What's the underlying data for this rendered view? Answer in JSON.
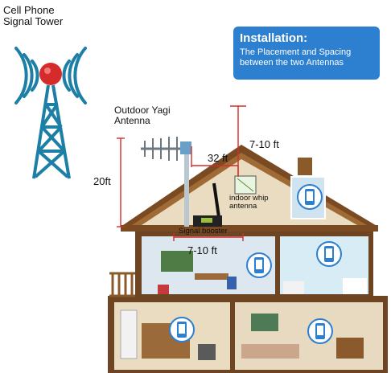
{
  "tower": {
    "label_line1": "Cell Phone",
    "label_line2": "Signal Tower"
  },
  "installation_box": {
    "title": "Installation:",
    "subtitle_line1": "The Placement and Spacing",
    "subtitle_line2": "between the two Antennas"
  },
  "outdoor_antenna": {
    "label_line1": "Outdoor Yagi",
    "label_line2": "Antenna"
  },
  "distances": {
    "height": "20ft",
    "antenna_separation": "32 ft",
    "vertical_separation": "7-10 ft",
    "booster_separation": "7-10 ft"
  },
  "indoor_antenna": {
    "label_line1": "indoor whip",
    "label_line2": "antenna"
  },
  "booster": {
    "label": "Signal booster"
  },
  "colors": {
    "accent_blue": "#2d7fcf",
    "tower_blue": "#1c7fa6",
    "signal_red": "#d62b2b",
    "roof_brown": "#8b5a2b",
    "wall_sand": "#e9dcc0"
  },
  "icons": [
    "cell-tower-icon",
    "yagi-antenna-icon",
    "whip-antenna-icon",
    "signal-booster-icon",
    "phone-signal-icon"
  ]
}
